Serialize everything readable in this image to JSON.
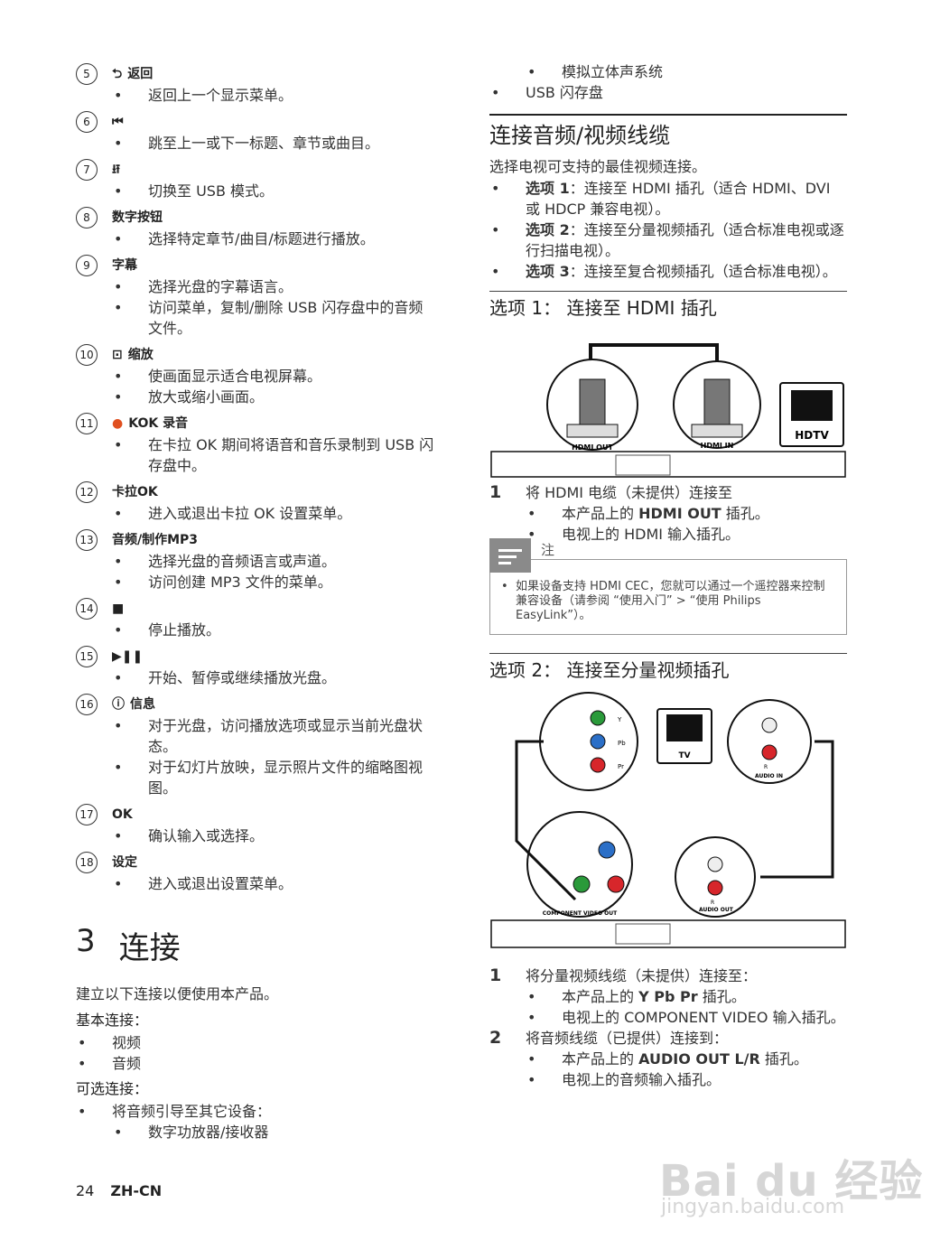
{
  "left": {
    "items": [
      {
        "num": "5",
        "icon": "back-icon",
        "title": "返回",
        "bullets": [
          "返回上一个显示菜单。"
        ]
      },
      {
        "num": "6",
        "icon": "skip-icon",
        "title": "",
        "bullets": [
          "跳至上一或下一标题、章节或曲目。"
        ]
      },
      {
        "num": "7",
        "icon": "usb-icon",
        "title": "",
        "bullets": [
          "切换至 USB 模式。"
        ]
      },
      {
        "num": "8",
        "icon": "",
        "title": "数字按钮",
        "bullets": [
          "选择特定章节/曲目/标题进行播放。"
        ]
      },
      {
        "num": "9",
        "icon": "",
        "title": "字幕",
        "bullets": [
          "选择光盘的字幕语言。",
          "访问菜单，复制/删除 USB 闪存盘中的音频文件。"
        ]
      },
      {
        "num": "10",
        "icon": "zoom-icon",
        "title": "缩放",
        "bullets": [
          "使画面显示适合电视屏幕。",
          "放大或缩小画面。"
        ]
      },
      {
        "num": "11",
        "icon": "record-dot-icon",
        "title": "KOK 录音",
        "bullets": [
          "在卡拉 OK 期间将语音和音乐录制到 USB 闪存盘中。"
        ]
      },
      {
        "num": "12",
        "icon": "",
        "title": "卡拉OK",
        "bullets": [
          "进入或退出卡拉 OK 设置菜单。"
        ]
      },
      {
        "num": "13",
        "icon": "",
        "title": "音频/制作MP3",
        "bullets": [
          "选择光盘的音频语言或声道。",
          "访问创建 MP3 文件的菜单。"
        ]
      },
      {
        "num": "14",
        "icon": "stop-icon",
        "title": "",
        "bullets": [
          "停止播放。"
        ]
      },
      {
        "num": "15",
        "icon": "play-pause-icon",
        "title": "",
        "bullets": [
          "开始、暂停或继续播放光盘。"
        ]
      },
      {
        "num": "16",
        "icon": "info-icon",
        "title": "信息",
        "bullets": [
          "对于光盘，访问播放选项或显示当前光盘状态。",
          "对于幻灯片放映，显示照片文件的缩略图视图。"
        ]
      },
      {
        "num": "17",
        "icon": "",
        "title": "OK",
        "bullets": [
          "确认输入或选择。"
        ]
      },
      {
        "num": "18",
        "icon": "",
        "title": "设定",
        "bullets": [
          "进入或退出设置菜单。"
        ]
      }
    ],
    "chapter": {
      "num": "3",
      "title": "连接"
    },
    "intro": "建立以下连接以便使用本产品。",
    "basic_label": "基本连接：",
    "basic": [
      "视频",
      "音频"
    ],
    "optional_label": "可选连接：",
    "optional": [
      "将音频引导至其它设备："
    ],
    "optional_sub": [
      "数字功放器/接收器"
    ]
  },
  "right": {
    "top_sub": [
      "模拟立体声系统"
    ],
    "top": [
      "USB 闪存盘"
    ],
    "section_title": "连接音频/视频线缆",
    "section_intro": "选择电视可支持的最佳视频连接。",
    "options": [
      {
        "label": "选项 1",
        "text": "：连接至 HDMI 插孔（适合 HDMI、DVI 或 HDCP 兼容电视）。"
      },
      {
        "label": "选项 2",
        "text": "：连接至分量视频插孔（适合标准电视或逐行扫描电视）。"
      },
      {
        "label": "选项 3",
        "text": "：连接至复合视频插孔（适合标准电视）。"
      }
    ],
    "opt1_title": "选项 1： 连接至 HDMI 插孔",
    "diagram1": {
      "hdmi_out": "HDMI OUT",
      "hdmi_in": "HDMI IN",
      "tv": "HDTV"
    },
    "opt1_steps": [
      {
        "n": "1",
        "text": "将 HDMI 电缆（未提供）连接至"
      }
    ],
    "opt1_bullets": [
      {
        "pre": "本产品上的 ",
        "bold": "HDMI OUT",
        "post": " 插孔。"
      },
      {
        "pre": "电视上的 HDMI 输入插孔。",
        "bold": "",
        "post": ""
      }
    ],
    "note_title": "注",
    "note_text": "如果设备支持 HDMI CEC，您就可以通过一个遥控器来控制兼容设备（请参阅 “使用入门” > “使用 Philips EasyLink”）。",
    "opt2_title": "选项 2： 连接至分量视频插孔",
    "diagram2": {
      "y": "Y",
      "pb": "Pb",
      "pr": "Pr",
      "tv": "TV",
      "r": "R",
      "audio_in": "AUDIO IN",
      "comp_out": "COMPONENT VIDEO OUT",
      "audio_out": "AUDIO OUT"
    },
    "opt2_step1": "将分量视频线缆（未提供）连接至：",
    "opt2_step1_b": [
      {
        "pre": "本产品上的 ",
        "bold": "Y Pb Pr",
        "post": " 插孔。"
      },
      {
        "pre": "电视上的 COMPONENT VIDEO 输入插孔。",
        "bold": "",
        "post": ""
      }
    ],
    "opt2_step2": "将音频线缆（已提供）连接到：",
    "opt2_step2_b": [
      {
        "pre": "本产品上的 ",
        "bold": "AUDIO OUT L/R",
        "post": " 插孔。"
      },
      {
        "pre": "电视上的音频输入插孔。",
        "bold": "",
        "post": ""
      }
    ]
  },
  "footer": {
    "page": "24",
    "lang": "ZH-CN"
  },
  "watermark": {
    "main": "Bai du 经验",
    "sub": "jingyan.baidu.com"
  }
}
